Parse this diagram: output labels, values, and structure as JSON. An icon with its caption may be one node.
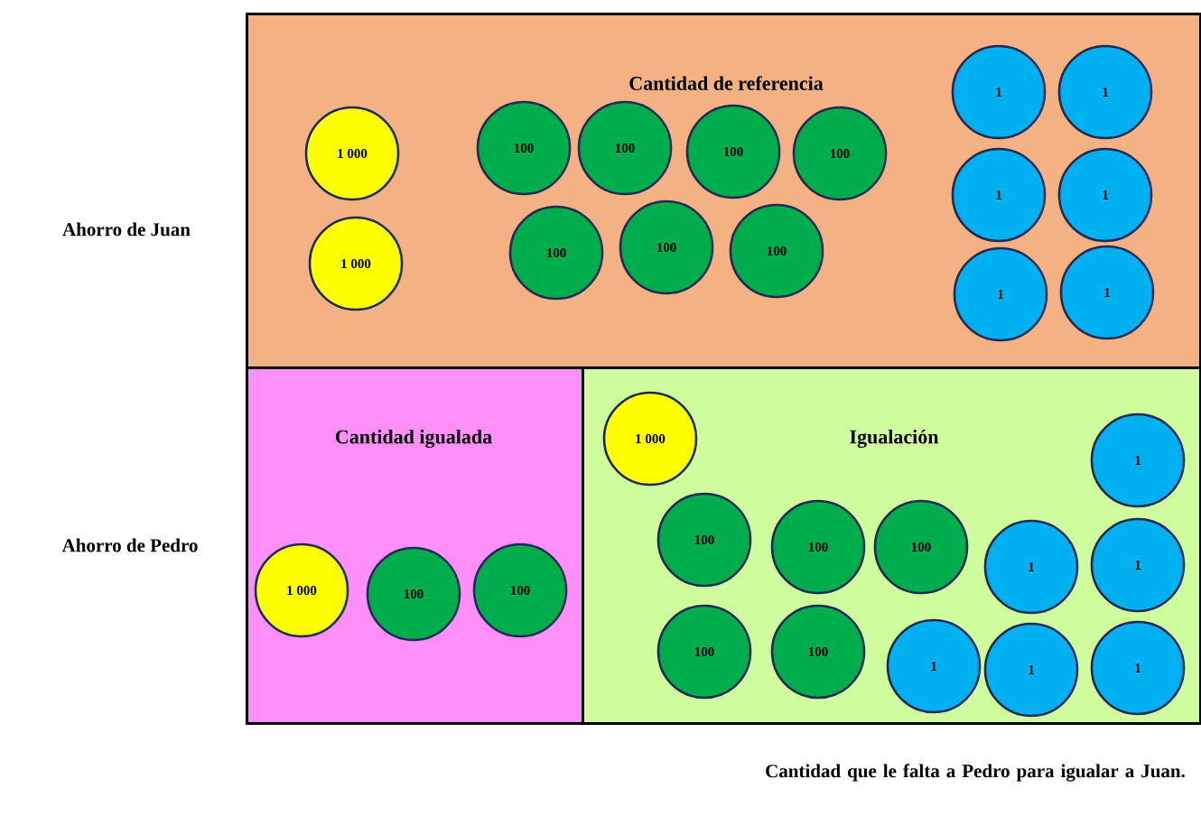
{
  "diagram": {
    "nodes": [
      {
        "text": [
          "Cantidad de referencia"
        ]
      },
      {
        "text": [
          "1 000"
        ],
        "in": 0
      },
      {
        "text": [
          "1 000"
        ],
        "in": 0
      },
      {
        "text": [
          "100"
        ],
        "in": 0
      },
      {
        "text": [
          "100"
        ],
        "in": 0
      },
      {
        "text": [
          "100"
        ],
        "in": 0
      },
      {
        "text": [
          "100"
        ],
        "in": 0
      },
      {
        "text": [
          "100"
        ],
        "in": 0
      },
      {
        "text": [
          "100"
        ],
        "in": 0
      },
      {
        "text": [
          "100"
        ],
        "in": 0
      },
      {
        "text": [
          "1"
        ],
        "in": 0
      },
      {
        "text": [
          "1"
        ],
        "in": 0
      },
      {
        "text": [
          "1"
        ],
        "in": 0
      },
      {
        "text": [
          "1"
        ],
        "in": 0
      },
      {
        "text": [
          "1"
        ],
        "in": 0
      },
      {
        "text": [
          "1"
        ],
        "in": 0
      },
      {
        "text": [
          "Cantidad igualada"
        ]
      },
      {
        "text": [
          "1 000"
        ],
        "in": 16
      },
      {
        "text": [
          "100"
        ],
        "in": 16
      },
      {
        "text": [
          "100"
        ],
        "in": 16
      },
      {
        "text": [
          "Igualación"
        ]
      },
      {
        "text": [
          "1 000"
        ],
        "in": 20
      },
      {
        "text": [
          "1"
        ],
        "in": 20
      },
      {
        "text": [
          "100"
        ],
        "in": 20
      },
      {
        "text": [
          "100"
        ],
        "in": 20
      },
      {
        "text": [
          "100"
        ],
        "in": 20
      },
      {
        "text": [
          "1"
        ],
        "in": 20
      },
      {
        "text": [
          "1"
        ],
        "in": 20
      },
      {
        "text": [
          "100"
        ],
        "in": 20
      },
      {
        "text": [
          "100"
        ],
        "in": 20
      },
      {
        "text": [
          "1"
        ],
        "in": 20
      },
      {
        "text": [
          "1"
        ],
        "in": 20
      },
      {
        "text": [
          "1"
        ],
        "in": 20
      }
    ],
    "labels": [
      "Ahorro de Juan",
      "Ahorro de Pedro",
      "Cantidad que le falta a Pedro para igualar a Juan."
    ]
  }
}
